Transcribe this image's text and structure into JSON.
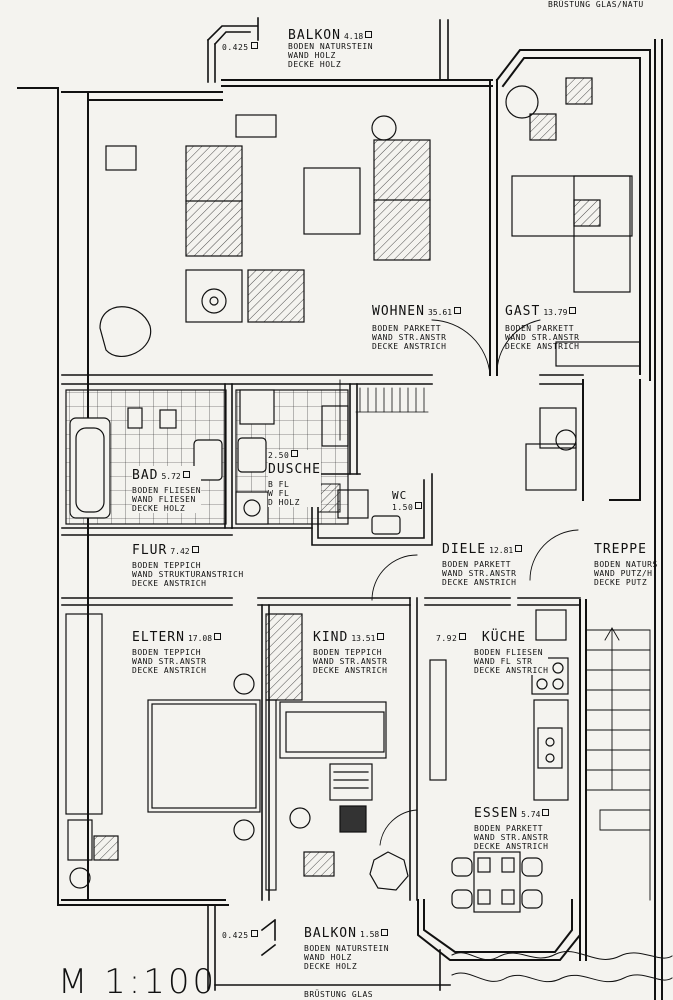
{
  "rooms": {
    "balkon_top": {
      "name": "BALKON",
      "area": "4.18",
      "lines": [
        "BODEN NATURSTEIN",
        "WAND HOLZ",
        "DECKE HOLZ"
      ],
      "sill": "0.425"
    },
    "wohnen": {
      "name": "WOHNEN",
      "area": "35.61",
      "lines": [
        "BODEN PARKETT",
        "WAND STR.ANSTR",
        "DECKE ANSTRICH"
      ]
    },
    "gast": {
      "name": "GAST",
      "area": "13.79",
      "lines": [
        "BODEN PARKETT",
        "WAND STR.ANSTR",
        "DECKE ANSTRICH"
      ]
    },
    "bad": {
      "name": "BAD",
      "area": "5.72",
      "lines": [
        "BODEN FLIESEN",
        "WAND FLIESEN",
        "DECKE HOLZ"
      ]
    },
    "dusche": {
      "name": "DUSCHE",
      "area": "2.50",
      "lines": [
        "B FL",
        "W FL",
        "D HOLZ"
      ]
    },
    "wc": {
      "name": "WC",
      "area": "1.50"
    },
    "flur": {
      "name": "FLUR",
      "area": "7.42",
      "lines": [
        "BODEN TEPPICH",
        "WAND STRUKTURANSTRICH",
        "DECKE ANSTRICH"
      ]
    },
    "diele": {
      "name": "DIELE",
      "area": "12.81",
      "lines": [
        "BODEN PARKETT",
        "WAND STR.ANSTR",
        "DECKE ANSTRICH"
      ]
    },
    "treppe": {
      "name": "TREPPE",
      "lines": [
        "BODEN NATURS",
        "WAND PUTZ/H",
        "DECKE PUTZ"
      ]
    },
    "eltern": {
      "name": "ELTERN",
      "area": "17.08",
      "lines": [
        "BODEN TEPPICH",
        "WAND STR.ANSTR",
        "DECKE ANSTRICH"
      ]
    },
    "kind": {
      "name": "KIND",
      "area": "13.51",
      "lines": [
        "BODEN TEPPICH",
        "WAND STR.ANSTR",
        "DECKE ANSTRICH"
      ]
    },
    "kuche": {
      "name": "KÜCHE",
      "area": "7.92",
      "lines": [
        "BODEN FLIESEN",
        "WAND FL STR",
        "DECKE ANSTRICH"
      ]
    },
    "essen": {
      "name": "ESSEN",
      "area": "5.74",
      "lines": [
        "BODEN PARKETT",
        "WAND STR.ANSTR",
        "DECKE ANSTRICH"
      ]
    },
    "balkon_bottom": {
      "name": "BALKON",
      "area": "1.58",
      "lines": [
        "BODEN NATURSTEIN",
        "WAND HOLZ",
        "DECKE HOLZ"
      ],
      "sill": "0.425"
    }
  },
  "notes": {
    "brustung_top": "BRÜSTUNG GLAS/NATU",
    "brustung_bottom": "BRÜSTUNG GLAS"
  },
  "scale": "M 1:100"
}
